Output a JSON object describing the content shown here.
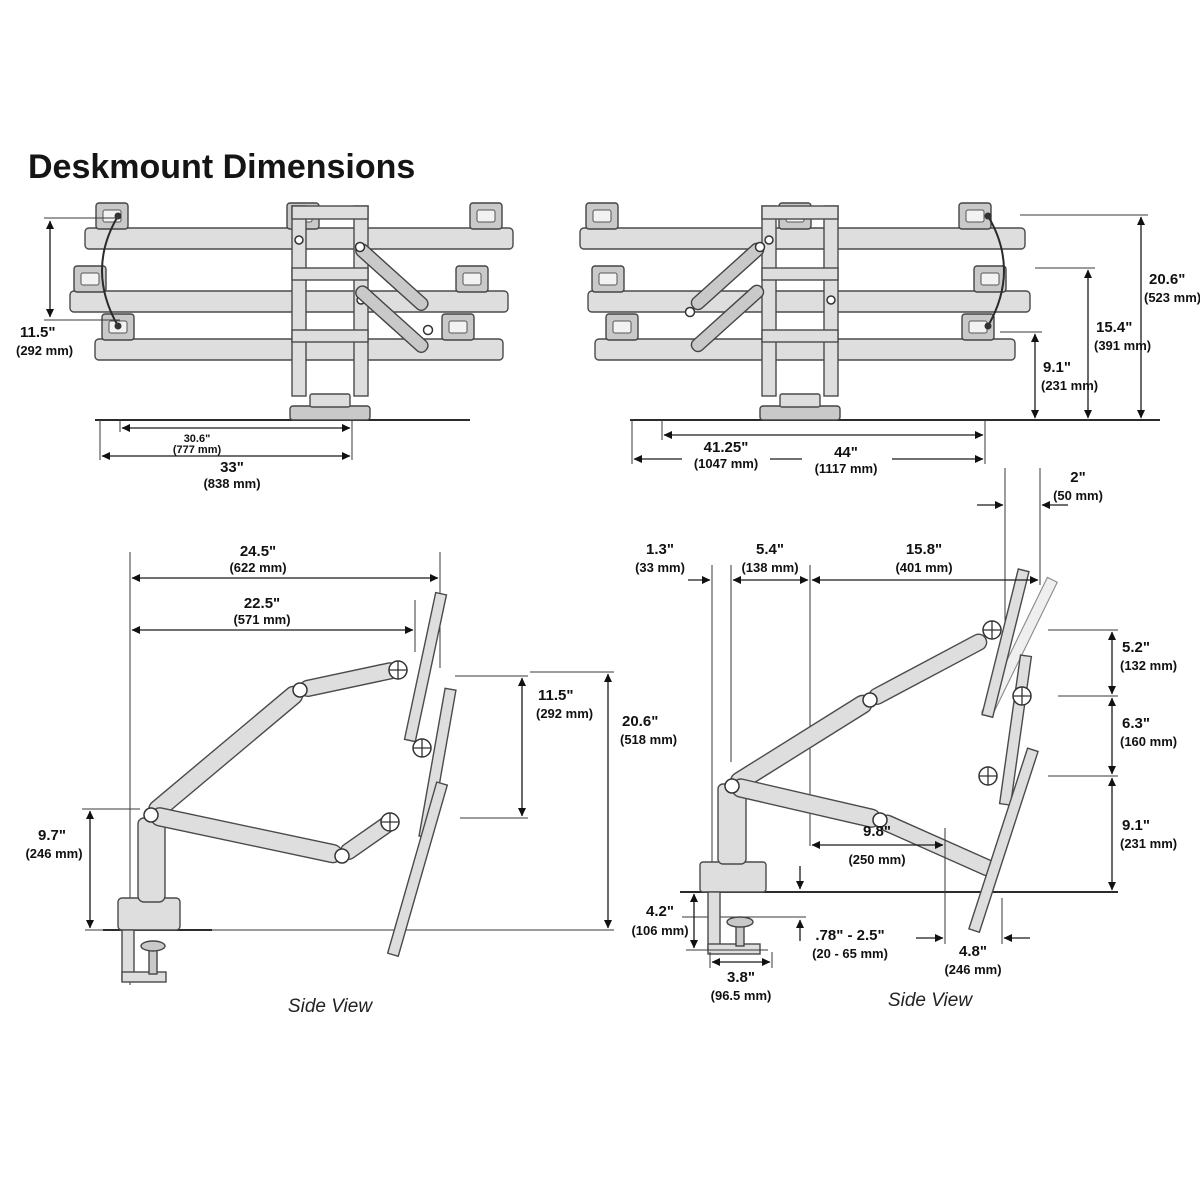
{
  "title": "Deskmount Dimensions",
  "views": {
    "front_left": {
      "dims": {
        "height": {
          "in": "11.5\"",
          "mm": "(292 mm)"
        },
        "width_inner": {
          "in": "30.6\"",
          "mm": "(777 mm)"
        },
        "width_outer": {
          "in": "33\"",
          "mm": "(838 mm)"
        }
      }
    },
    "front_right": {
      "dims": {
        "height_low": {
          "in": "9.1\"",
          "mm": "(231 mm)"
        },
        "height_mid": {
          "in": "15.4\"",
          "mm": "(391 mm)"
        },
        "height_full": {
          "in": "20.6\"",
          "mm": "(523 mm)"
        },
        "width_inner": {
          "in": "41.25\"",
          "mm": "(1047 mm)"
        },
        "width_outer": {
          "in": "44\"",
          "mm": "(1117 mm)"
        }
      }
    },
    "side_left": {
      "caption": "Side View",
      "dims": {
        "reach_outer": {
          "in": "24.5\"",
          "mm": "(622 mm)"
        },
        "reach_inner": {
          "in": "22.5\"",
          "mm": "(571 mm)"
        },
        "lift": {
          "in": "11.5\"",
          "mm": "(292 mm)"
        },
        "height_full": {
          "in": "20.6\"",
          "mm": "(518 mm)"
        },
        "height_base": {
          "in": "9.7\"",
          "mm": "(246 mm)"
        }
      }
    },
    "side_right": {
      "caption": "Side View",
      "dims": {
        "top_offset": {
          "in": "2\"",
          "mm": "(50 mm)"
        },
        "edge_offset": {
          "in": "1.3\"",
          "mm": "(33  mm)"
        },
        "seg_small": {
          "in": "5.4\"",
          "mm": "(138 mm)"
        },
        "seg_large": {
          "in": "15.8\"",
          "mm": "(401 mm)"
        },
        "drop_top": {
          "in": "5.2\"",
          "mm": "(132 mm)"
        },
        "drop_mid": {
          "in": "6.3\"",
          "mm": "(160 mm)"
        },
        "drop_low": {
          "in": "9.1\"",
          "mm": "(231 mm)"
        },
        "depth_inner": {
          "in": "9.8\"",
          "mm": "(250 mm)"
        },
        "clamp_depth": {
          "in": "4.2\"",
          "mm": "(106 mm)"
        },
        "desk_thickness": {
          "in": ".78\" - 2.5\"",
          "mm": "(20 - 65 mm)"
        },
        "clamp_width": {
          "in": "3.8\"",
          "mm": "(96.5 mm)"
        },
        "tail_width": {
          "in": "4.8\"",
          "mm": "(246 mm)"
        }
      }
    }
  }
}
